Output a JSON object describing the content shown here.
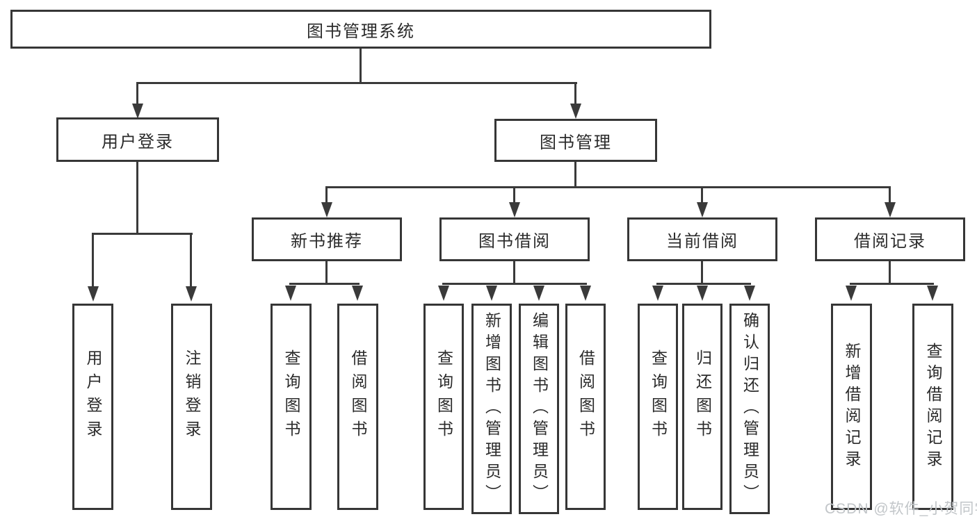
{
  "colors": {
    "line": "#3a3a3a",
    "border": "#363636",
    "text": "#2b2b2b",
    "watermark": "#c2c6c9",
    "background": "#ffffff"
  },
  "tree": {
    "root": {
      "label": "图书管理系统",
      "children": [
        {
          "label": "用户登录",
          "children": [
            {
              "label": "用户登录"
            },
            {
              "label": "注销登录"
            }
          ]
        },
        {
          "label": "图书管理",
          "children": [
            {
              "label": "新书推荐",
              "children": [
                {
                  "label": "查询图书"
                },
                {
                  "label": "借阅图书"
                }
              ]
            },
            {
              "label": "图书借阅",
              "children": [
                {
                  "label": "查询图书"
                },
                {
                  "label": "新增图书（管理员）"
                },
                {
                  "label": "编辑图书（管理员）"
                },
                {
                  "label": "借阅图书"
                }
              ]
            },
            {
              "label": "当前借阅",
              "children": [
                {
                  "label": "查询图书"
                },
                {
                  "label": "归还图书"
                },
                {
                  "label": "确认归还（管理员）"
                }
              ]
            },
            {
              "label": "借阅记录",
              "children": [
                {
                  "label": "新增借阅记录"
                },
                {
                  "label": "查询借阅记录"
                }
              ]
            }
          ]
        }
      ]
    }
  },
  "watermark": {
    "text": "CSDN @软件_小贺同学"
  }
}
